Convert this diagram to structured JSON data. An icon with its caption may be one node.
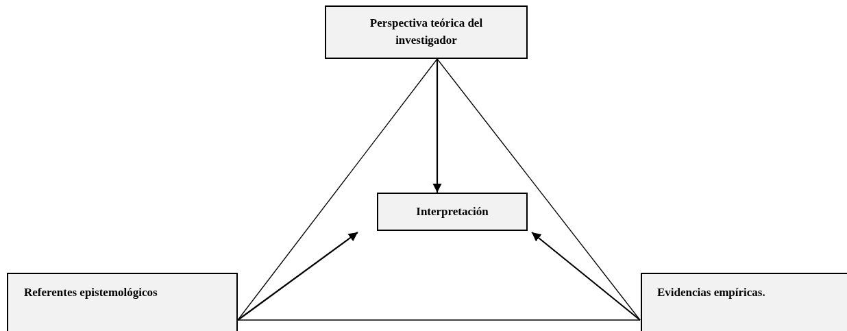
{
  "diagram": {
    "nodes": [
      {
        "text": [
          "Perspectiva teórica del investigador"
        ]
      },
      {
        "text": [
          "Interpretación"
        ]
      },
      {
        "text": [
          "Referentes epistemológicos"
        ]
      },
      {
        "text": [
          "Evidencias empíricas."
        ]
      }
    ],
    "edges": [
      {
        "from": 0,
        "to": 1,
        "arrow": "to"
      },
      {
        "from": 2,
        "to": 1,
        "arrow": "to"
      },
      {
        "from": 3,
        "to": 1,
        "arrow": "to"
      },
      {
        "from": 0,
        "to": 2,
        "arrow": "none"
      },
      {
        "from": 0,
        "to": 3,
        "arrow": "none"
      },
      {
        "from": 2,
        "to": 3,
        "arrow": "none"
      }
    ]
  }
}
